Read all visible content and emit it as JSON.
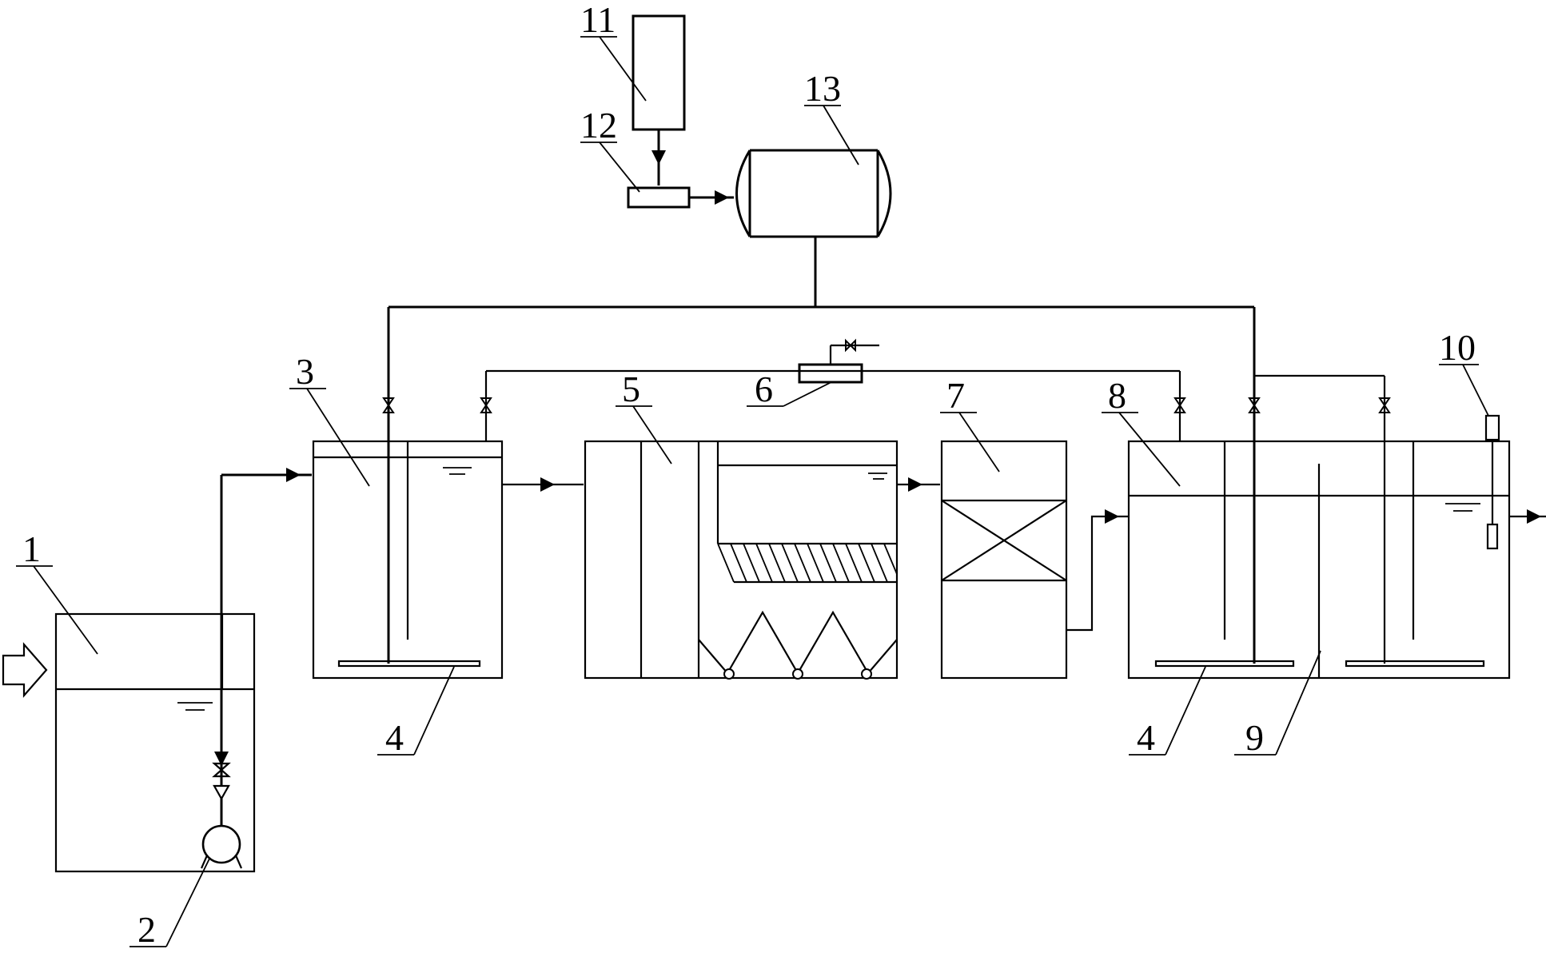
{
  "labels": {
    "n1": "1",
    "n2": "2",
    "n3": "3",
    "n4a": "4",
    "n4b": "4",
    "n5": "5",
    "n6": "6",
    "n7": "7",
    "n8": "8",
    "n9": "9",
    "n10": "10",
    "n11": "11",
    "n12": "12",
    "n13": "13"
  }
}
